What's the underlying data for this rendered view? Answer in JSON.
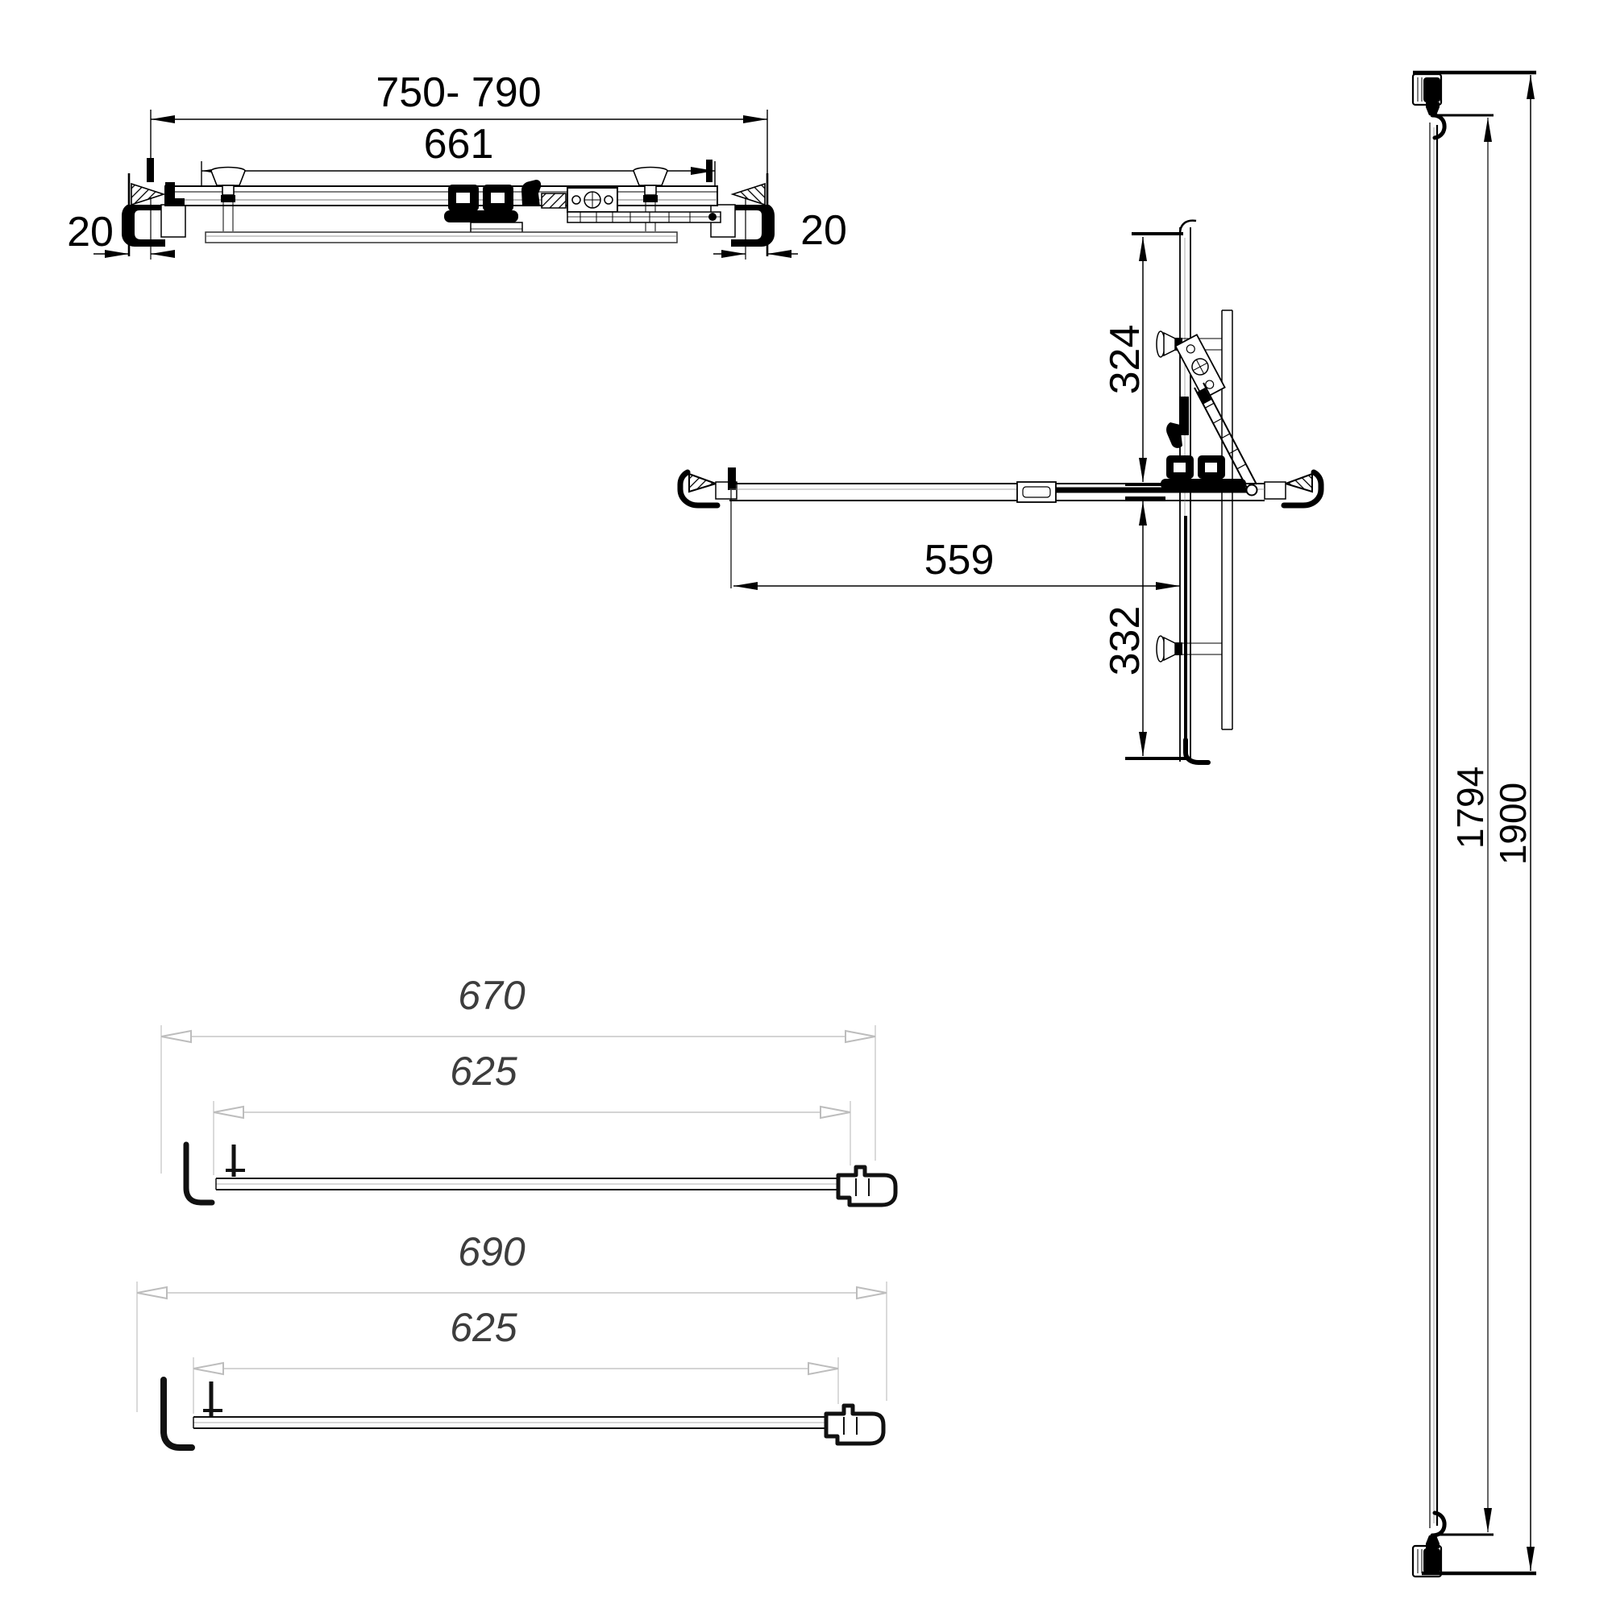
{
  "drawing": {
    "type": "technical-drawing",
    "subject": "shower-door-installation-dimensions",
    "colors": {
      "line": "#000000",
      "light_dim_line": "#c6c6c6",
      "italic_dim_text": "#3d3d3d",
      "background": "#ffffff"
    },
    "views": {
      "top_track_view": {
        "dim_overall": "750- 790",
        "dim_inner": "661",
        "dim_wall_left": "20",
        "dim_wall_right": "20"
      },
      "plan_view": {
        "dim_upper": "324",
        "dim_lower": "332",
        "dim_bar": "559"
      },
      "side_elevation": {
        "dim_glass_height": "1794",
        "dim_total_height": "1900"
      },
      "seal_strip_1": {
        "dim_outer": "670",
        "dim_inner": "625"
      },
      "seal_strip_2": {
        "dim_outer": "690",
        "dim_inner": "625"
      }
    }
  }
}
